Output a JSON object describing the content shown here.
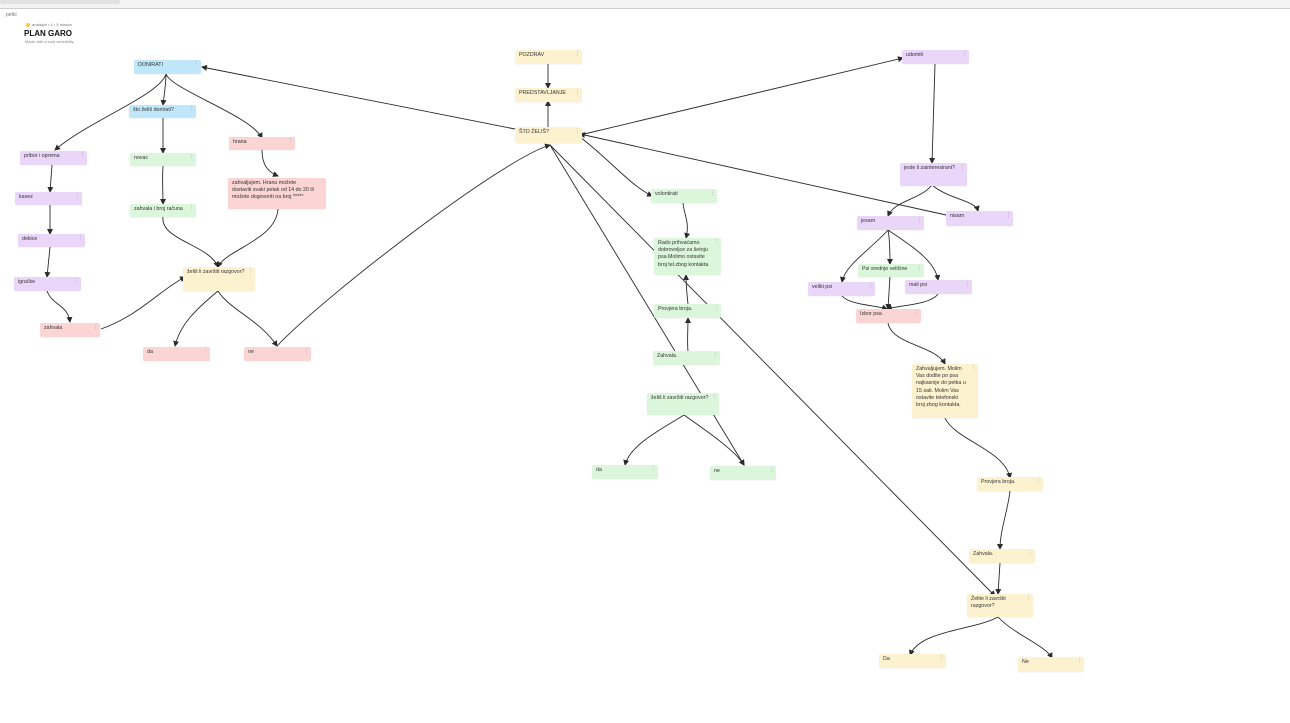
{
  "header": {
    "breadcrumb": "petki",
    "meta": "analsiph • 4 • 5 minuta",
    "title": "PLAN GARO",
    "subtitle": "Made with a bold sensibility"
  },
  "nodes": {
    "donirati": "DONIRATI",
    "sto_zelis_donirati": "što želiš donirati?",
    "hrana": "hrana",
    "pribor_i_oprema": "pribor i oprema",
    "novac": "novac",
    "hrana_info": "zahvaljujem. Hranu možete dostaviti svaki petak od 14 do 20 ili možete dogovoriti na broj *****",
    "kavez": "kavez",
    "zahvala_broj_racuna": "zahvala i broj računa",
    "dekice": "dekice",
    "zelis_zavrsiti_left": "želiš li završiti razgovor?",
    "igracke": "igračke",
    "zahvala_left": "zahvala",
    "da_left": "da",
    "ne_left": "ne",
    "pozdrav": "POZDRAV",
    "predstavljanje": "PREDSTAVLJANJE",
    "sto_zelis": "ŠTO ŽELIŠ?",
    "volontirati": "volontirati",
    "rado_prihvacamo": "Rado prihvaćamo dobrovoljce za šetnju psa.Molimo ostavite broj tel.zbog kontakta",
    "provjera_broja_mid": "Provjera broja.",
    "zahvala_mid": "Zahvala.",
    "zelis_zavrsiti_mid": "želiš li završiti razgovor?",
    "da_mid": "da",
    "ne_mid": "ne",
    "udomiti": "udomiti",
    "jeste_li_zainteresirani": "jeste li zainteresirani?",
    "jesam": "jesam",
    "nisam": "nisam",
    "psi_srednje_velicine": "Psi srednje veličine",
    "veliki_psi": "veliki psi",
    "mali_psi": "mali psi",
    "izbor_psa": "Izbor psa",
    "zahvaljujem_udomi": "Zahvaljujem. Molim Vas dođite po psa najkasnije do petka u 15 sati. Molim Vas ostavite telefonski broj zbog kontakta.",
    "provjera_broja_right": "Provjera broja.",
    "zahvala_right": "Zahvala.",
    "zelite_zavrsiti_right": "Želite li završiti razgovor?",
    "da_right": "Da",
    "ne_right": "Ne"
  },
  "colors": {
    "purple": "#e9d6f8",
    "blue": "#bfe7f9",
    "pink": "#fbd4d4",
    "green": "#dcf6dc",
    "yellow": "#fdf2cf",
    "connector": "#2b2b2b"
  },
  "icons": {
    "node_menu": "more-vertical-icon"
  }
}
